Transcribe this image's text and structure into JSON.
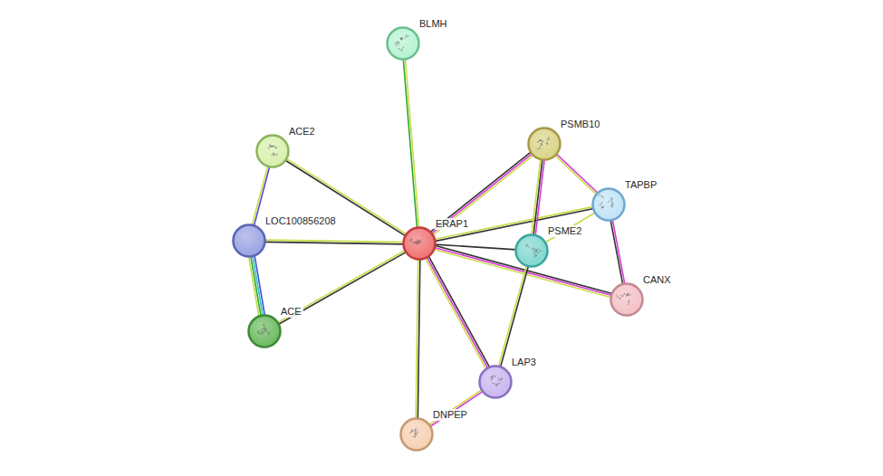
{
  "diagram": {
    "nodes": [
      {
        "text": [
          "BLMH"
        ]
      },
      {
        "text": [
          "ACE2"
        ]
      },
      {
        "text": [
          "LOC100856208"
        ]
      },
      {
        "text": [
          "ACE"
        ]
      },
      {
        "text": [
          "ERAP1"
        ]
      },
      {
        "text": [
          "PSMB10"
        ]
      },
      {
        "text": [
          "TAPBP"
        ]
      },
      {
        "text": [
          "PSME2"
        ]
      },
      {
        "text": [
          "CANX"
        ]
      },
      {
        "text": [
          "LAP3"
        ]
      },
      {
        "text": [
          "DNPEP"
        ]
      }
    ],
    "edges": [
      {
        "from": 4,
        "to": 0,
        "arrow": "none"
      },
      {
        "from": 4,
        "to": 1,
        "arrow": "none"
      },
      {
        "from": 1,
        "to": 2,
        "arrow": "none"
      },
      {
        "from": 4,
        "to": 2,
        "arrow": "none"
      },
      {
        "from": 2,
        "to": 3,
        "arrow": "none"
      },
      {
        "from": 4,
        "to": 3,
        "arrow": "none"
      },
      {
        "from": 4,
        "to": 5,
        "arrow": "none"
      },
      {
        "from": 4,
        "to": 6,
        "arrow": "none"
      },
      {
        "from": 4,
        "to": 7,
        "arrow": "none"
      },
      {
        "from": 4,
        "to": 8,
        "arrow": "none"
      },
      {
        "from": 4,
        "to": 9,
        "arrow": "none"
      },
      {
        "from": 4,
        "to": 10,
        "arrow": "none"
      },
      {
        "from": 5,
        "to": 6,
        "arrow": "none"
      },
      {
        "from": 5,
        "to": 7,
        "arrow": "none"
      },
      {
        "from": 6,
        "to": 7,
        "arrow": "none"
      },
      {
        "from": 6,
        "to": 8,
        "arrow": "none"
      },
      {
        "from": 7,
        "to": 9,
        "arrow": "none"
      },
      {
        "from": 9,
        "to": 10,
        "arrow": "none"
      }
    ]
  }
}
